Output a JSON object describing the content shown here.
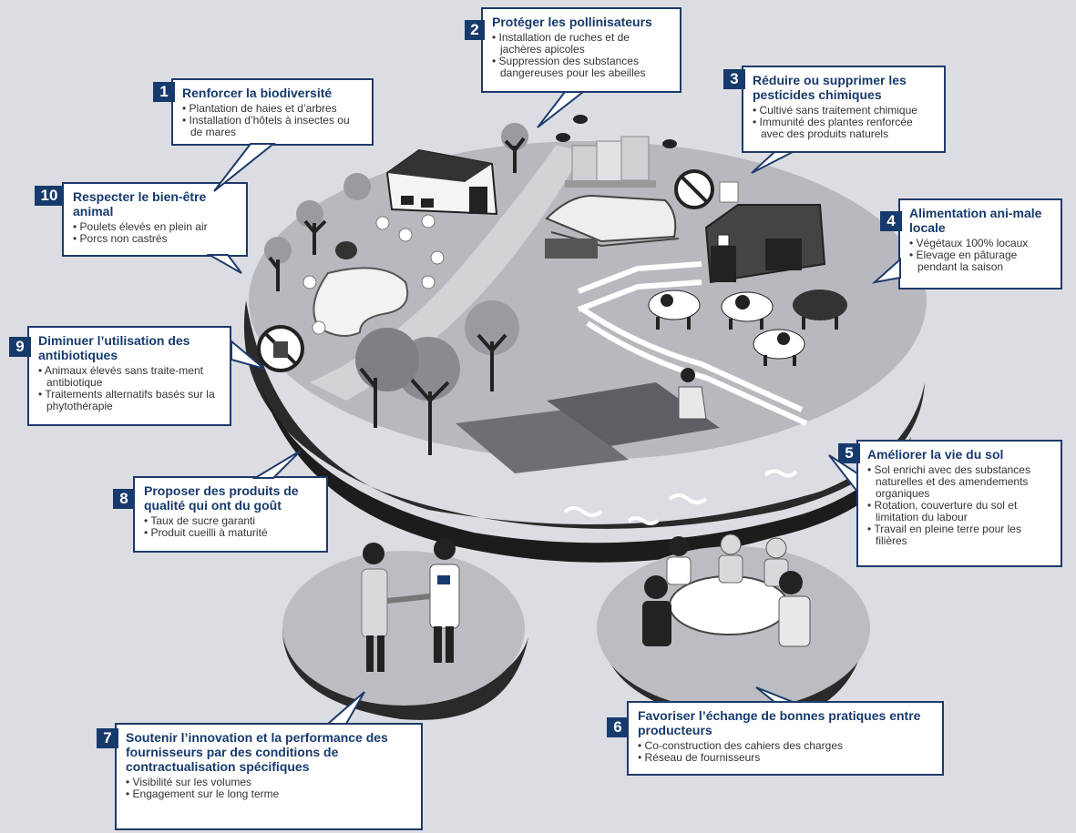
{
  "colors": {
    "background": "#dcdde2",
    "navy": "#173a6c",
    "island_top": "#b8b9be",
    "soil": "#2a2a2a"
  },
  "callouts": [
    {
      "number": "1",
      "title": "Renforcer la biodiversité",
      "items": [
        "Plantation de haies et d’arbres",
        "Installation d’hôtels à insectes ou de mares"
      ]
    },
    {
      "number": "2",
      "title": "Protéger les pollinisateurs",
      "items": [
        "Installation de ruches et de jachères apicoles",
        "Suppression des substances dangereuses pour les abeilles"
      ]
    },
    {
      "number": "3",
      "title": "Réduire ou supprimer les pesticides chimiques",
      "items": [
        "Cultivé sans traitement chimique",
        "Immunité des plantes renforcée avec des produits naturels"
      ]
    },
    {
      "number": "4",
      "title": "Alimentation ani-male locale",
      "items": [
        "Végétaux 100% locaux",
        "Elevage en pâturage pendant la saison"
      ]
    },
    {
      "number": "5",
      "title": "Améliorer la vie du sol",
      "items": [
        "Sol enrichi avec des substances naturelles et des amendements organiques",
        "Rotation, couverture du sol et limitation du labour",
        "Travail en pleine terre pour les filières"
      ]
    },
    {
      "number": "6",
      "title": "Favoriser l’échange de bonnes pratiques entre producteurs",
      "items": [
        "Co-construction des cahiers des charges",
        "Réseau de fournisseurs"
      ]
    },
    {
      "number": "7",
      "title": "Soutenir l’innovation et la performance des fournisseurs par des conditions de contractualisation spécifiques",
      "items": [
        "Visibilité sur les volumes",
        "Engagement sur le long terme"
      ]
    },
    {
      "number": "8",
      "title": "Proposer des produits de qualité qui ont du goût",
      "items": [
        "Taux de sucre garanti",
        "Produit cueilli à maturité"
      ]
    },
    {
      "number": "9",
      "title": "Diminuer l’utilisation des antibiotiques",
      "items": [
        "Animaux élevés sans traite-ment antibiotique",
        "Traitements alternatifs basés sur la phytothérapie"
      ]
    },
    {
      "number": "10",
      "title": "Respecter le bien-être animal",
      "items": [
        "Poulets élevés en plein air",
        "Porcs non castrés"
      ]
    }
  ],
  "icons": [
    "tree-icon",
    "bee-icon",
    "beehive-icon",
    "chicken-icon",
    "rooster-icon",
    "cow-icon",
    "barn-icon",
    "greenhouse-icon",
    "no-pesticide-icon",
    "no-antibiotic-icon",
    "worm-icon",
    "farmer-icon",
    "handshake-icon",
    "meeting-table-icon",
    "carrefour-logo-icon"
  ]
}
